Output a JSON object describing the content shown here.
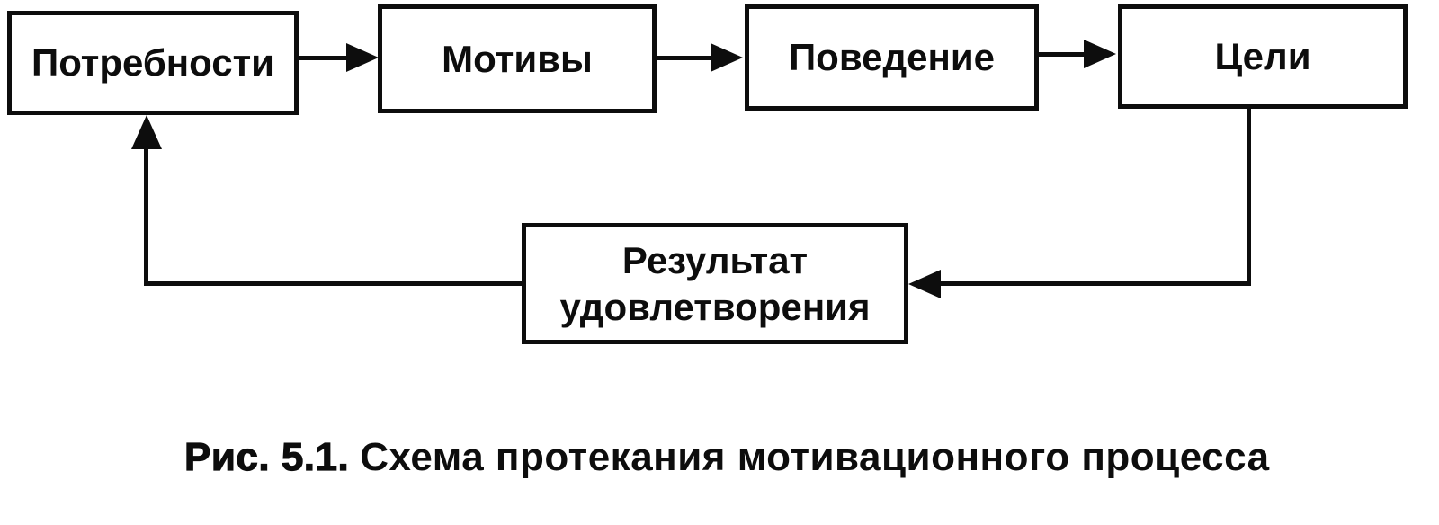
{
  "colors": {
    "ink": "#0d0d0d",
    "background": "#ffffff"
  },
  "diagram": {
    "title": "Схема протекания мотивационного процесса",
    "nodes": [
      {
        "id": "needs",
        "label": "Потребности"
      },
      {
        "id": "motives",
        "label": "Мотивы"
      },
      {
        "id": "behavior",
        "label": "Поведение"
      },
      {
        "id": "goals",
        "label": "Цели"
      },
      {
        "id": "result",
        "label": "Результат удовлетворения"
      }
    ],
    "edges": [
      {
        "from": "Потребности",
        "to": "Мотивы"
      },
      {
        "from": "Мотивы",
        "to": "Поведение"
      },
      {
        "from": "Поведение",
        "to": "Цели"
      },
      {
        "from": "Цели",
        "to": "Результат удовлетворения"
      },
      {
        "from": "Результат удовлетворения",
        "to": "Потребности"
      }
    ]
  },
  "caption": {
    "label": "Рис. 5.1.",
    "text": "Схема протекания мотивационного процесса"
  }
}
